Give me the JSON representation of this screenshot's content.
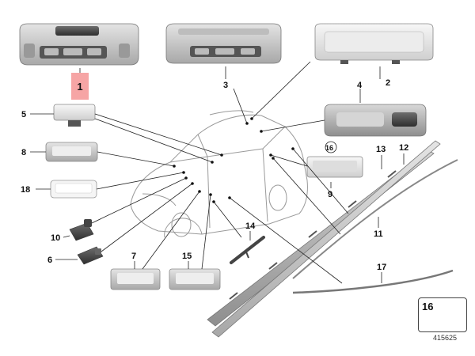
{
  "diagram": {
    "callouts": {
      "c1": "1",
      "c2": "2",
      "c3": "3",
      "c4": "4",
      "c5": "5",
      "c6": "6",
      "c7": "7",
      "c8": "8",
      "c9": "9",
      "c10": "10",
      "c11": "11",
      "c12": "12",
      "c13": "13",
      "c14": "14",
      "c15": "15",
      "c16": "16",
      "c17": "17",
      "c18": "18"
    },
    "reference_box_label": "16",
    "document_number": "415625"
  }
}
